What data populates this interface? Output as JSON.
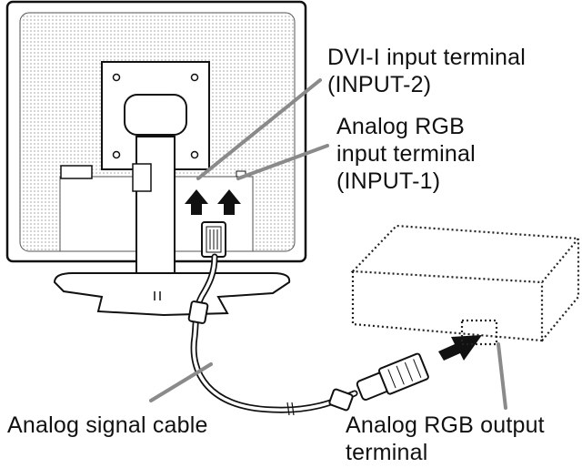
{
  "labels": {
    "dvi_input": [
      "DVI-I input terminal",
      "(INPUT-2)"
    ],
    "analog_rgb_input": [
      "Analog RGB",
      "input terminal",
      "(INPUT-1)"
    ],
    "analog_signal_cable": [
      "Analog signal cable"
    ],
    "analog_rgb_output": [
      "Analog RGB output",
      "terminal"
    ]
  },
  "colors": {
    "line": "#111111",
    "leader": "#8a8a8a",
    "dots": "#bdbdbd",
    "background": "#ffffff"
  }
}
